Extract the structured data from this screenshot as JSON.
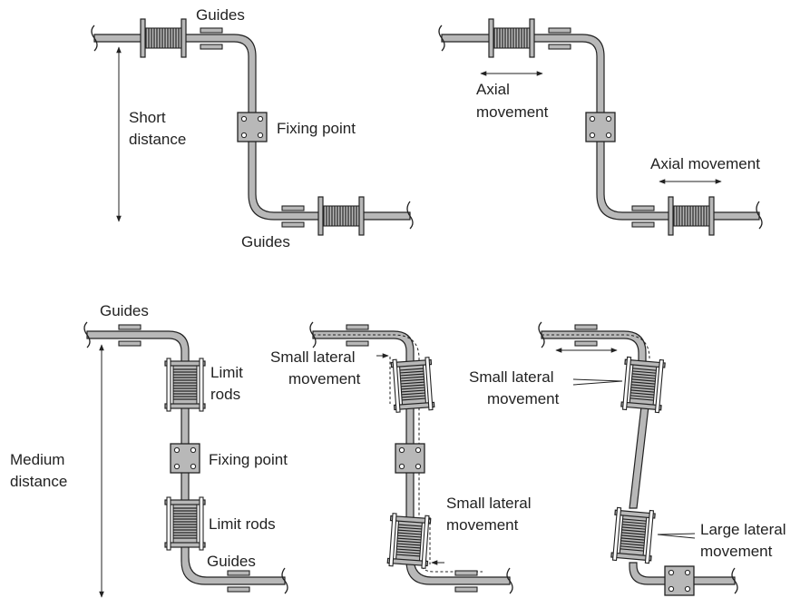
{
  "colors": {
    "ink": "#222222",
    "pipe": "#b8b8b8",
    "background": "#ffffff"
  },
  "panel_a": {
    "guides_top": "Guides",
    "distance_line1": "Short",
    "distance_line2": "distance",
    "fixing_point": "Fixing point",
    "guides_bottom": "Guides"
  },
  "panel_b": {
    "axial_line1": "Axial",
    "axial_line2": "movement",
    "axial_movement": "Axial movement"
  },
  "panel_c": {
    "guides_top": "Guides",
    "limit_rods_line1": "Limit",
    "limit_rods_line2": "rods",
    "distance_line1": "Medium",
    "distance_line2": "distance",
    "fixing_point": "Fixing point",
    "limit_rods_lower": "Limit rods",
    "guides_bottom": "Guides"
  },
  "panel_d": {
    "small_lateral_top_line1": "Small lateral",
    "small_lateral_top_line2": "movement",
    "small_lateral_bottom_line1": "Small lateral",
    "small_lateral_bottom_line2": "movement"
  },
  "panel_e": {
    "small_lateral_line1": "Small lateral",
    "small_lateral_line2": "movement",
    "large_lateral_line1": "Large lateral",
    "large_lateral_line2": "movement"
  }
}
